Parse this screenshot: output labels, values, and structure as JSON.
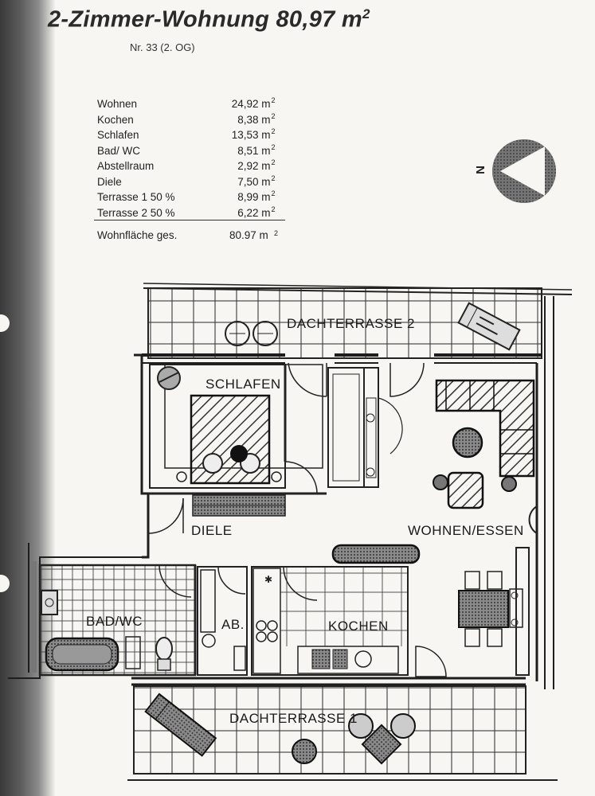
{
  "header": {
    "title": "2-Zimmer-Wohnung 80,97 m",
    "title_sup": "2",
    "subtitle": "Nr. 33 (2. OG)"
  },
  "areas": [
    {
      "name": "Wohnen",
      "value": "24,92 m",
      "unit": "2"
    },
    {
      "name": "Kochen",
      "value": "8,38 m",
      "unit": "2"
    },
    {
      "name": "Schlafen",
      "value": "13,53 m",
      "unit": "2"
    },
    {
      "name": "Bad/ WC",
      "value": "8,51 m",
      "unit": "2"
    },
    {
      "name": "Abstellraum",
      "value": "2,92 m",
      "unit": "2"
    },
    {
      "name": "Diele",
      "value": "7,50 m",
      "unit": "2"
    },
    {
      "name": "Terrasse 1  50 %",
      "value": "8,99 m",
      "unit": "2"
    },
    {
      "name": "Terrasse 2  50 %",
      "value": "6,22 m",
      "unit": "2"
    }
  ],
  "total": {
    "label": "Wohnfläche ges.",
    "value": "80.97 m",
    "unit": "2"
  },
  "compass": {
    "label": "N"
  },
  "rooms": {
    "dachterrasse2": "DACHTERRASSE 2",
    "schlafen": "SCHLAFEN",
    "diele": "DIELE",
    "wohnen": "WOHNEN/ESSEN",
    "bad": "BAD/WC",
    "ab": "AB.",
    "kochen": "KOCHEN",
    "dachterrasse1": "DACHTERRASSE 1"
  },
  "colors": {
    "ink": "#1e1e1e",
    "paper": "#f7f6f2",
    "hatch": "#555555"
  }
}
